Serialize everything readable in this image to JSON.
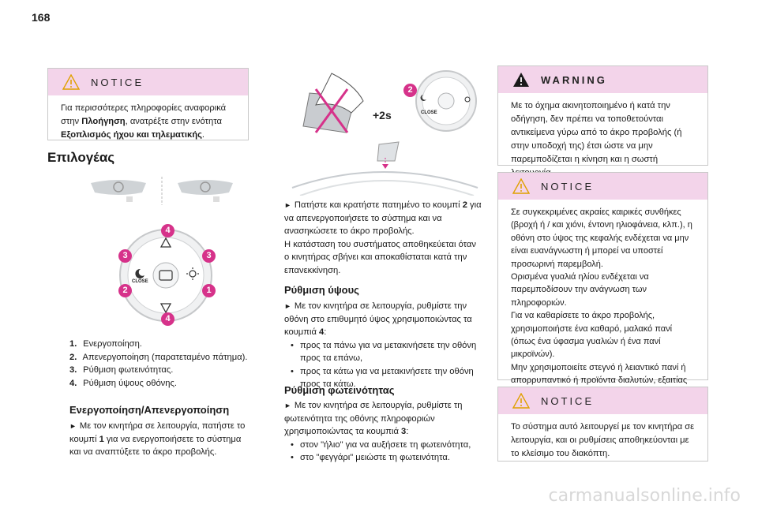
{
  "page_number": "168",
  "left": {
    "notice": {
      "title": "NOTICE",
      "text_1": "Για περισσότερες πληροφορίες αναφορικά στην ",
      "text_2": "Πλοήγηση",
      "text_3": ", ανατρέξτε στην ενότητα ",
      "text_4": "Εξοπλισμός ήχου και τηλεματικής",
      "text_5": "."
    },
    "heading": "Επιλογέας",
    "button_labels": {
      "close": "CLOSE",
      "n1": "1",
      "n2": "2",
      "n3": "3",
      "n4": "4"
    },
    "list": [
      {
        "num": "1.",
        "text": "Ενεργοποίηση."
      },
      {
        "num": "2.",
        "text": "Απενεργοποίηση (παρατεταμένο πάτημα)."
      },
      {
        "num": "3.",
        "text": "Ρύθμιση φωτεινότητας."
      },
      {
        "num": "4.",
        "text": "Ρύθμιση ύψους οθόνης."
      }
    ],
    "section_heading": "Ενεργοποίηση/Απενεργοποίηση",
    "section_text": "Με τον κινητήρα σε λειτουργία, πατήστε το κουμπί ",
    "section_text_num": "1",
    "section_text_end": " για να ενεργοποιήσετε το σύστημα και να αναπτύξετε το άκρο προβολής."
  },
  "middle": {
    "illustration": {
      "label_2s": "+2s",
      "label_close": "CLOSE",
      "label_2": "2"
    },
    "intro_1": "Πατήστε και κρατήστε πατημένο το κουμπί ",
    "intro_num": "2",
    "intro_2": " για να απενεργοποιήσετε το σύστημα και να ανασηκώσετε το άκρο προβολής.",
    "intro_3": "Η κατάσταση του συστήματος αποθηκεύεται όταν ο κινητήρας σβήνει και αποκαθίσταται κατά την επανεκκίνηση.",
    "height": {
      "heading": "Ρύθμιση ύψους",
      "text": "Με τον κινητήρα σε λειτουργία, ρυθμίστε την οθόνη στο επιθυμητό ύψος χρησιμοποιώντας τα κουμπιά ",
      "text_num": "4",
      "text_end": ":",
      "bullets": [
        "προς τα πάνω για να μετακινήσετε την οθόνη προς τα επάνω,",
        "προς τα κάτω για να μετακινήσετε την οθόνη προς τα κάτω."
      ]
    },
    "brightness": {
      "heading": "Ρύθμιση φωτεινότητας",
      "text": "Με τον κινητήρα σε λειτουργία, ρυθμίστε τη φωτεινότητα της οθόνης πληροφοριών χρησιμοποιώντας τα κουμπιά ",
      "text_num": "3",
      "text_end": ":",
      "bullets": [
        "στον \"ήλιο\" για να αυξήσετε τη φωτεινότητα,",
        "στο \"φεγγάρι\" μειώστε τη φωτεινότητα."
      ]
    }
  },
  "right": {
    "warning": {
      "title": "WARNING",
      "text": "Με το όχημα ακινητοποιημένο ή κατά την οδήγηση, δεν πρέπει να τοποθετούνται αντικείμενα γύρω από το άκρο προβολής (ή στην υποδοχή της) έτσι ώστε να μην παρεμποδίζεται η κίνηση και η σωστή λειτουργία."
    },
    "notice_2": {
      "title": "NOTICE",
      "text": "Σε συγκεκριμένες ακραίες καιρικές συνθήκες (βροχή ή / και χιόνι, έντονη ηλιοφάνεια, κλπ.), η οθόνη στο ύψος της κεφαλής ενδέχεται να μην είναι ευανάγνωστη ή μπορεί να υποστεί προσωρινή παρεμβολή.\nΟρισμένα γυαλιά ηλίου ενδέχεται να παρεμποδίσουν την ανάγνωση των πληροφοριών.\nΓια να καθαρίσετε το άκρο προβολής, χρησιμοποιήστε ένα καθαρό, μαλακό πανί (όπως ένα ύφασμα γυαλιών ή ένα πανί μικροϊνών).\nΜην χρησιμοποιείτε στεγνό ή λειαντικό πανί ή απορρυπαντικό ή προϊόντα διαλυτών, εξαιτίας του κινδύνου γρατσουνίσματος του άκρου προβολής ή βλάβης της μη αντανακλαστικής επικάλυψης."
    },
    "notice_3": {
      "title": "NOTICE",
      "text": "Το σύστημα αυτό λειτουργεί με τον κινητήρα σε λειτουργία, και οι ρυθμίσεις αποθηκεύονται με το κλείσιμο του διακόπτη."
    }
  },
  "watermark": "carmanualsonline.info",
  "colors": {
    "accent_pink": "#f3d4ea",
    "badge_pink": "#d6328a",
    "border": "#c9c9c9"
  }
}
